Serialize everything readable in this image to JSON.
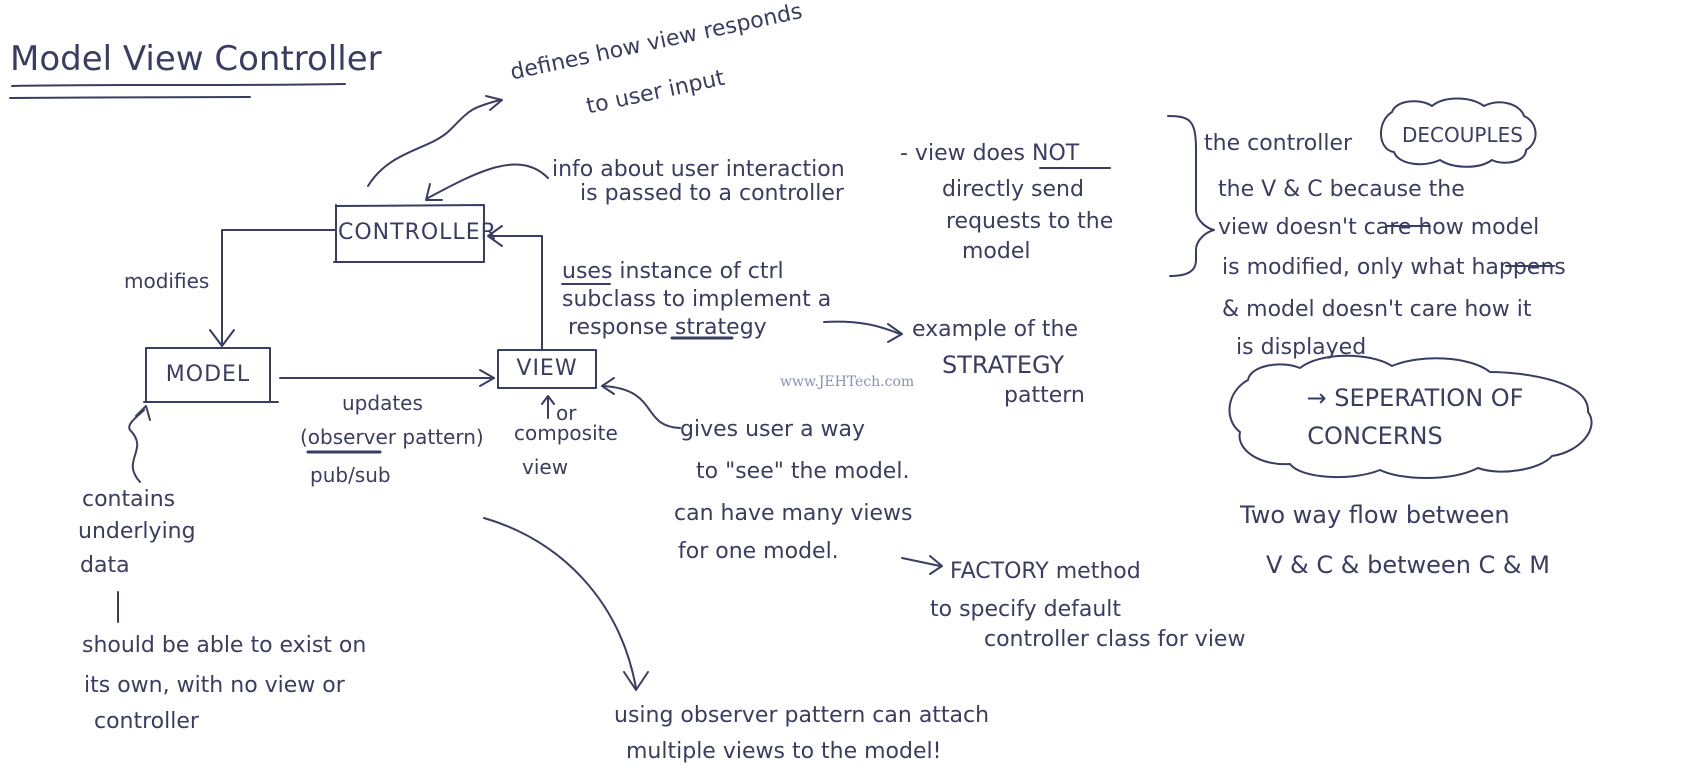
{
  "title": "Model View Controller",
  "boxes": {
    "controller": "CONTROLLER",
    "model": "MODEL",
    "view": "VIEW"
  },
  "arrow_labels": {
    "modifies": "modifies",
    "updates": "updates",
    "observer": "(observer pattern)",
    "pubsub": "pub/sub",
    "or_composite_1": "or",
    "or_composite_2": "composite",
    "or_composite_3": "view"
  },
  "notes": {
    "defines_1": "defines how view responds",
    "defines_2": "to user input",
    "info_1": "info about user interaction",
    "info_2": "is passed to a controller",
    "view_not_1": "- view does NOT",
    "view_not_2": "directly send",
    "view_not_3": "requests to the",
    "view_not_4": "model",
    "uses_1": "uses instance of ctrl",
    "uses_2": "subclass to implement a",
    "uses_3": "response strategy",
    "strategy_1": "example of the",
    "strategy_2": "STRATEGY",
    "strategy_3": "pattern",
    "gives_1": "gives user a way",
    "gives_2": "to \"see\" the model.",
    "gives_3": "can have many views",
    "gives_4": "for one model.",
    "factory_1": "FACTORY method",
    "factory_2": "to specify default",
    "factory_3": "controller class for view",
    "contains_1": "contains",
    "contains_2": "underlying",
    "contains_3": "data",
    "exist_1": "should be able to exist on",
    "exist_2": "its own, with no view or",
    "exist_3": "controller",
    "observer_1": "using observer pattern can attach",
    "observer_2": "multiple views to the model!",
    "decouples_1": "the controller",
    "decouples_word": "DECOUPLES",
    "decouples_2": "the V & C because the",
    "decouples_3": "view doesn't care how model",
    "decouples_4": "is modified, only what happens",
    "decouples_5": "& model doesn't care how it",
    "decouples_6": "is displayed",
    "separation_1": "→ SEPERATION OF",
    "separation_2": "CONCERNS",
    "twoway_1": "Two way flow between",
    "twoway_2": "V & C & between C & M"
  },
  "watermark": "www.JEHTech.com",
  "colors": {
    "ink": "#3a3d63",
    "paper": "#ffffff"
  }
}
